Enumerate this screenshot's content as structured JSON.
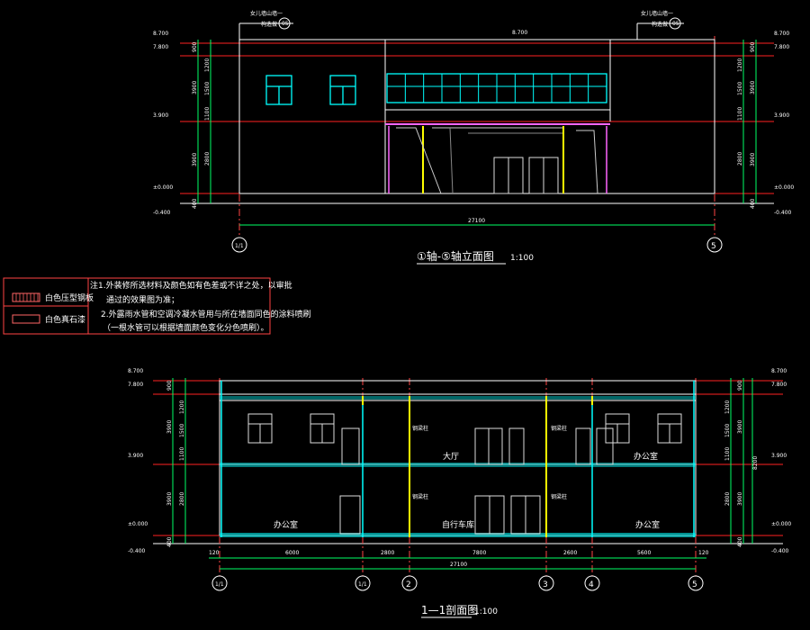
{
  "elevation": {
    "title": "①轴-⑤轴立面图",
    "scale": "1:100",
    "top_level": "8.700",
    "overall_width": "27100",
    "axis_left": "1/1",
    "axis_right": "5",
    "top_left_note": "女儿墙山墙一",
    "top_right_note": "女儿墙山墙一",
    "top_note_sub": "构造做",
    "top_note_num": "05",
    "left_levels": [
      "8.700",
      "7.800",
      "3.900",
      "±0.000",
      "-0.400"
    ],
    "right_levels": [
      "8.700",
      "7.800",
      "3.900",
      "±0.000",
      "-0.400"
    ],
    "dims_outer": [
      "900",
      "3900",
      "3900",
      "400"
    ],
    "dims_inner": [
      "1200",
      "1500",
      "1100",
      "2800"
    ]
  },
  "legend": {
    "items": [
      {
        "label": "白色压型钢板"
      },
      {
        "label": "白色真石漆"
      }
    ],
    "notes": [
      "注1.外装修所选材料及颜色如有色差或不详之处，以审批",
      "通过的效果图为准；",
      "2.外露雨水管和空调冷凝水管用与所在墙面同色的涂料喷刷",
      "（一根水管可以根据墙面颜色变化分色喷刷）。"
    ]
  },
  "section": {
    "title": "1—1剖面图",
    "scale": "1:100",
    "overall_width": "27100",
    "axes": [
      "1/1",
      "1/1",
      "2",
      "3",
      "4",
      "5"
    ],
    "bay_dims": [
      "120",
      "6000",
      "2800",
      "7800",
      "2600",
      "5600",
      "120"
    ],
    "left_levels": [
      "8.700",
      "7.800",
      "3.900",
      "±0.000",
      "-0.400"
    ],
    "right_levels": [
      "8.700",
      "7.800",
      "3.900",
      "±0.000",
      "-0.400"
    ],
    "dims_outer": [
      "900",
      "3900",
      "3900",
      "400"
    ],
    "dims_inner": [
      "1200",
      "1500",
      "1100",
      "2800"
    ],
    "dims_total": "8200",
    "rooms_upper": [
      {
        "label": "大厅"
      },
      {
        "label": "办公室"
      }
    ],
    "rooms_lower": [
      {
        "label": "办公室"
      },
      {
        "label": "自行车库"
      },
      {
        "label": "办公室"
      }
    ],
    "col_notes": [
      "钢梁柱",
      "钢梁柱",
      "钢梁柱",
      "钢梁柱"
    ]
  }
}
